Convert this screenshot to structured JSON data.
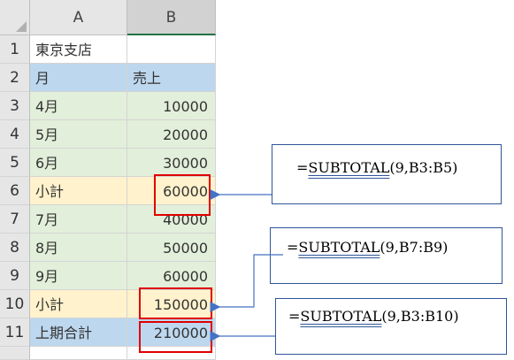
{
  "spreadsheet": {
    "columns": [
      "A",
      "B"
    ],
    "rows": [
      {
        "num": "1",
        "a": "東京支店",
        "b": "",
        "fill": "white"
      },
      {
        "num": "2",
        "a": "月",
        "b": "売上",
        "fill": "blue"
      },
      {
        "num": "3",
        "a": "4月",
        "b": "10000",
        "fill": "green"
      },
      {
        "num": "4",
        "a": "5月",
        "b": "20000",
        "fill": "green"
      },
      {
        "num": "5",
        "a": "6月",
        "b": "30000",
        "fill": "green"
      },
      {
        "num": "6",
        "a": "小計",
        "b": "60000",
        "fill": "yellow"
      },
      {
        "num": "7",
        "a": "7月",
        "b": "40000",
        "fill": "green"
      },
      {
        "num": "8",
        "a": "8月",
        "b": "50000",
        "fill": "green"
      },
      {
        "num": "9",
        "a": "9月",
        "b": "60000",
        "fill": "green"
      },
      {
        "num": "10",
        "a": "小計",
        "b": "150000",
        "fill": "yellow"
      },
      {
        "num": "11",
        "a": "上期合計",
        "b": "210000",
        "fill": "blue"
      }
    ]
  },
  "callouts": [
    {
      "prefix": "=",
      "func": "SUBTOTAL",
      "args": "(9,B3:B5)"
    },
    {
      "prefix": "=",
      "func": "SUBTOTAL",
      "args": "(9,B7:B9)"
    },
    {
      "prefix": "=",
      "func": "SUBTOTAL",
      "args": "(9,B3:B10)"
    }
  ],
  "colors": {
    "header_fill": "#bdd7ee",
    "month_fill": "#e2efda",
    "subtotal_fill": "#fff2cc",
    "highlight_border": "#e00000",
    "callout_border": "#2f5597",
    "arrow": "#4472c4"
  }
}
